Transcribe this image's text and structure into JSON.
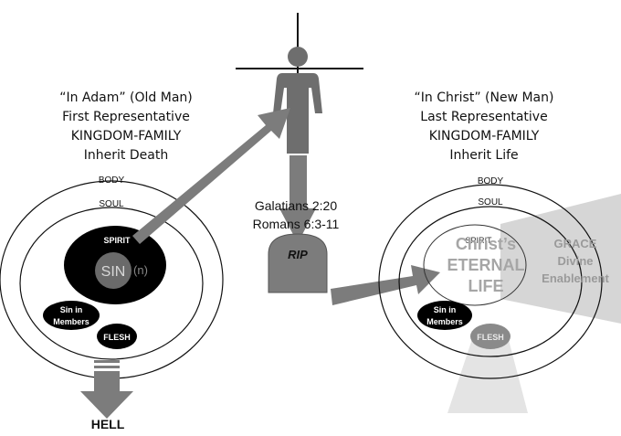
{
  "left_heading": {
    "line1": "“In Adam” (Old Man)",
    "line2": "First Representative",
    "line3": "KINGDOM-FAMILY",
    "line4": "Inherit Death"
  },
  "right_heading": {
    "line1": "“In Christ” (New Man)",
    "line2": "Last Representative",
    "line3": "KINGDOM-FAMILY",
    "line4": "Inherit Life"
  },
  "left_circle": {
    "body": "BODY",
    "soul": "SOUL",
    "spirit": "SPIRIT",
    "sin": "SIN",
    "sin_suffix": "(n)",
    "sin_in_members_1": "Sin in",
    "sin_in_members_2": "Members",
    "flesh": "FLESH",
    "hell": "HELL"
  },
  "right_circle": {
    "body": "BODY",
    "soul": "SOUL",
    "spirit": "SPIRIT",
    "life_1": "Christ’s",
    "life_2": "ETERNAL",
    "life_3": "LIFE",
    "grace_1": "GRACE",
    "grace_2": "Divine",
    "grace_3": "Enablement",
    "sin_in_members_1": "Sin in",
    "sin_in_members_2": "Members",
    "flesh": "FLESH"
  },
  "center": {
    "verse1": "Galatians 2:20",
    "verse2": "Romans 6:3-11",
    "tombstone": "RIP"
  },
  "colors": {
    "figure": "#6e6e6e",
    "arrow": "#7c7c7c",
    "spirit_black": "#000000",
    "grace_beam": "#d6d6d6",
    "light_beam": "#e4e4e4"
  }
}
